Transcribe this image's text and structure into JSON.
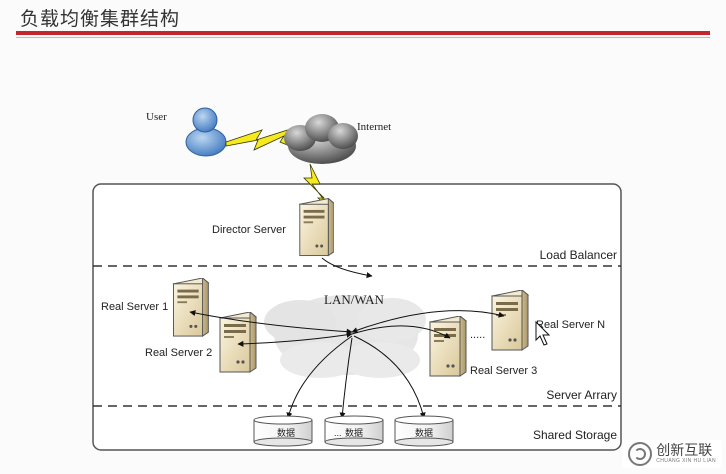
{
  "page": {
    "title": "负载均衡集群结构"
  },
  "diagram": {
    "nodes": {
      "user": "User",
      "internet": "Internet",
      "director": "Director Server",
      "lanwan": "LAN/WAN",
      "rs1": "Real Server 1",
      "rs2": "Real Server 2",
      "rs3": "Real Server 3",
      "rsn": "Real Server N"
    },
    "zones": {
      "load_balancer": "Load Balancer",
      "server_array": "Server Arrary",
      "shared_storage": "Shared Storage"
    },
    "storage": {
      "disk1": "数据",
      "disk2": "数据",
      "disk3": "数据",
      "ellipsis": "...",
      "server_ellipsis": "....."
    }
  },
  "watermark": {
    "text": "创新互联",
    "sub": "CHUANG XIN HU LIAN"
  },
  "colors": {
    "title_rule": "#c4262e",
    "lightning": "#f6ea1e",
    "server": "#e9dcb8"
  }
}
